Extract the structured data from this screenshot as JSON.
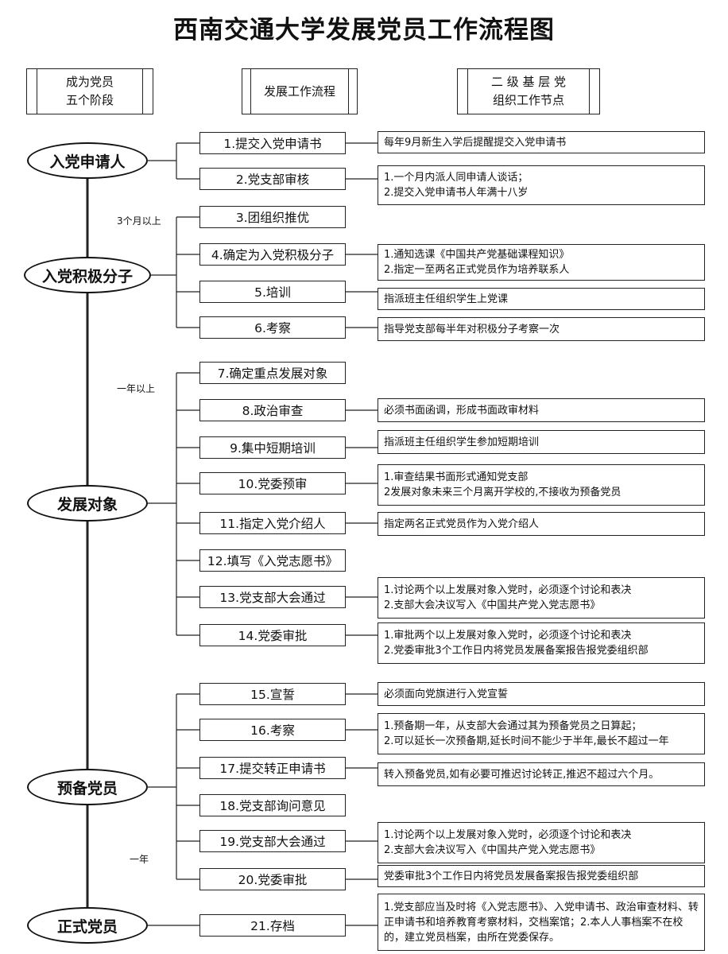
{
  "title": "西南交通大学发展党员工作流程图",
  "headers": {
    "stages": "成为党员\n五个阶段",
    "process": "发展工作流程",
    "nodes": "二 级 基 层 党\n组织工作节点"
  },
  "stages": [
    {
      "name": "入党申请人"
    },
    {
      "name": "入党积极分子"
    },
    {
      "name": "发展对象"
    },
    {
      "name": "预备党员"
    },
    {
      "name": "正式党员"
    }
  ],
  "durations": [
    "3个月以上",
    "一年以上",
    "一年"
  ],
  "steps": [
    {
      "label": "1.提交入党申请书",
      "notes": [
        "每年9月新生入学后提醒提交入党申请书"
      ]
    },
    {
      "label": "2.党支部审核",
      "notes": [
        "1.一个月内派人同申请人谈话；",
        "2.提交入党申请书人年满十八岁"
      ]
    },
    {
      "label": "3.团组织推优",
      "notes": []
    },
    {
      "label": "4.确定为入党积极分子",
      "notes": [
        "1.通知选课《中国共产党基础课程知识》",
        "2.指定一至两名正式党员作为培养联系人"
      ]
    },
    {
      "label": "5.培训",
      "notes": [
        "指派班主任组织学生上党课"
      ]
    },
    {
      "label": "6.考察",
      "notes": [
        "指导党支部每半年对积极分子考察一次"
      ]
    },
    {
      "label": "7.确定重点发展对象",
      "notes": []
    },
    {
      "label": "8.政治审查",
      "notes": [
        "必须书面函调，形成书面政审材料"
      ]
    },
    {
      "label": "9.集中短期培训",
      "notes": [
        "指派班主任组织学生参加短期培训"
      ]
    },
    {
      "label": "10.党委预审",
      "notes": [
        "1.审查结果书面形式通知党支部",
        "2发展对象未来三个月离开学校的,不接收为预备党员"
      ]
    },
    {
      "label": "11.指定入党介绍人",
      "notes": [
        "指定两名正式党员作为入党介绍人"
      ]
    },
    {
      "label": "12.填写《入党志愿书》",
      "notes": []
    },
    {
      "label": "13.党支部大会通过",
      "notes": [
        "1.讨论两个以上发展对象入党时，必须逐个讨论和表决",
        "2.支部大会决议写入《中国共产党入党志愿书》"
      ]
    },
    {
      "label": "14.党委审批",
      "notes": [
        "1.审批两个以上发展对象入党时，必须逐个讨论和表决",
        "2.党委审批3个工作日内将党员发展备案报告报党委组织部"
      ]
    },
    {
      "label": "15.宣誓",
      "notes": [
        "必须面向党旗进行入党宣誓"
      ]
    },
    {
      "label": "16.考察",
      "notes": [
        "1.预备期一年，从支部大会通过其为预备党员之日算起；",
        "2.可以延长一次预备期,延长时间不能少于半年,最长不超过一年"
      ]
    },
    {
      "label": "17.提交转正申请书",
      "notes": [
        "转入预备党员,如有必要可推迟讨论转正,推迟不超过六个月。"
      ]
    },
    {
      "label": "18.党支部询问意见",
      "notes": []
    },
    {
      "label": "19.党支部大会通过",
      "notes": [
        "1.讨论两个以上发展对象入党时，必须逐个讨论和表决",
        "2.支部大会决议写入《中国共产党入党志愿书》"
      ]
    },
    {
      "label": "20.党委审批",
      "notes": [
        "党委审批3个工作日内将党员发展备案报告报党委组织部"
      ]
    },
    {
      "label": "21.存档",
      "notes": [
        "1.党支部应当及时将《入党志愿书》、入党申请书、政治审查材料、转正申请书和培养教育考察材料，交档案馆；2.本人人事档案不在校的，建立党员档案，由所在党委保存。"
      ]
    }
  ]
}
